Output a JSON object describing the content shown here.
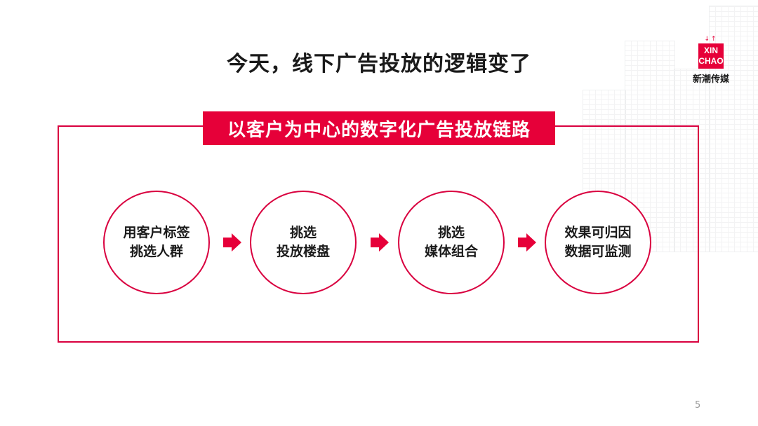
{
  "slide": {
    "title": "今天，线下广告投放的逻辑变了",
    "banner": "以客户为中心的数字化广告投放链路",
    "page_number": "5"
  },
  "logo": {
    "line1": "XIN",
    "line2": "CHAO",
    "name": "新潮传媒",
    "arrows": "↓↑"
  },
  "steps": [
    {
      "line1": "用客户标签",
      "line2": "挑选人群"
    },
    {
      "line1": "挑选",
      "line2": "投放楼盘"
    },
    {
      "line1": "挑选",
      "line2": "媒体组合"
    },
    {
      "line1": "效果可归因",
      "line2": "数据可监测"
    }
  ],
  "colors": {
    "accent": "#e60039",
    "text": "#1a1a1a"
  }
}
